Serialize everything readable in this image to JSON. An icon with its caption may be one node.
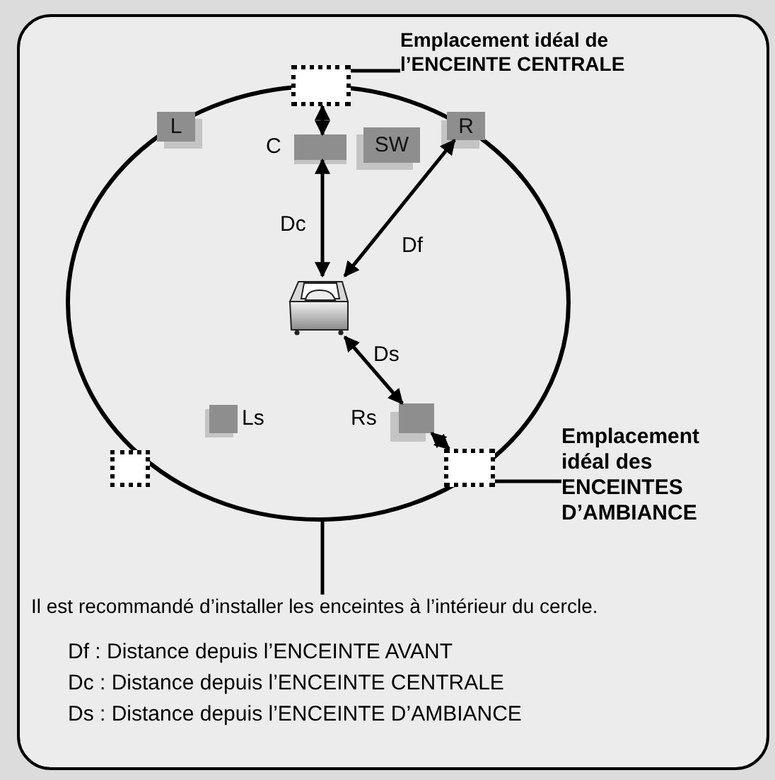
{
  "diagram": {
    "nodes": [
      {
        "text": [
          "Emplacement idéal de l’ENCEINTE CENTRALE"
        ]
      },
      {
        "text": [],
        "shape": "box"
      },
      {
        "text": [
          "L"
        ]
      },
      {
        "text": [
          "C"
        ]
      },
      {
        "text": [
          "SW"
        ]
      },
      {
        "text": [
          "R"
        ]
      },
      {
        "text": [],
        "shape": "picture"
      },
      {
        "text": [
          "Ls"
        ]
      },
      {
        "text": [
          "Rs"
        ]
      },
      {
        "text": [],
        "shape": "box"
      },
      {
        "text": [],
        "shape": "box"
      },
      {
        "text": [
          "Emplacement idéal des ENCEINTES D’AMBIANCE"
        ]
      },
      {
        "text": [
          "Il est recommandé d’installer les enceintes à l’intérieur du cercle."
        ]
      }
    ],
    "edges": [
      {
        "from": 0,
        "to": 1,
        "arrow": "none"
      },
      {
        "from": 3,
        "to": 1,
        "arrow": "both"
      },
      {
        "from": 6,
        "to": 3,
        "arrow": "both",
        "label": "Dc"
      },
      {
        "from": 6,
        "to": 5,
        "arrow": "both",
        "label": "Df"
      },
      {
        "from": 6,
        "to": 8,
        "arrow": "both",
        "label": "Ds"
      },
      {
        "from": 8,
        "to": 10,
        "arrow": "both"
      },
      {
        "from": 11,
        "to": 10,
        "arrow": "none"
      },
      {
        "from": 12,
        "to": null,
        "arrow": "none"
      }
    ],
    "labels": [
      "Df : Distance depuis l’ENCEINTE AVANT",
      "Dc : Distance depuis l’ENCEINTE CENTRALE",
      "Ds : Distance depuis l’ENCEINTE D’AMBIANCE"
    ]
  }
}
